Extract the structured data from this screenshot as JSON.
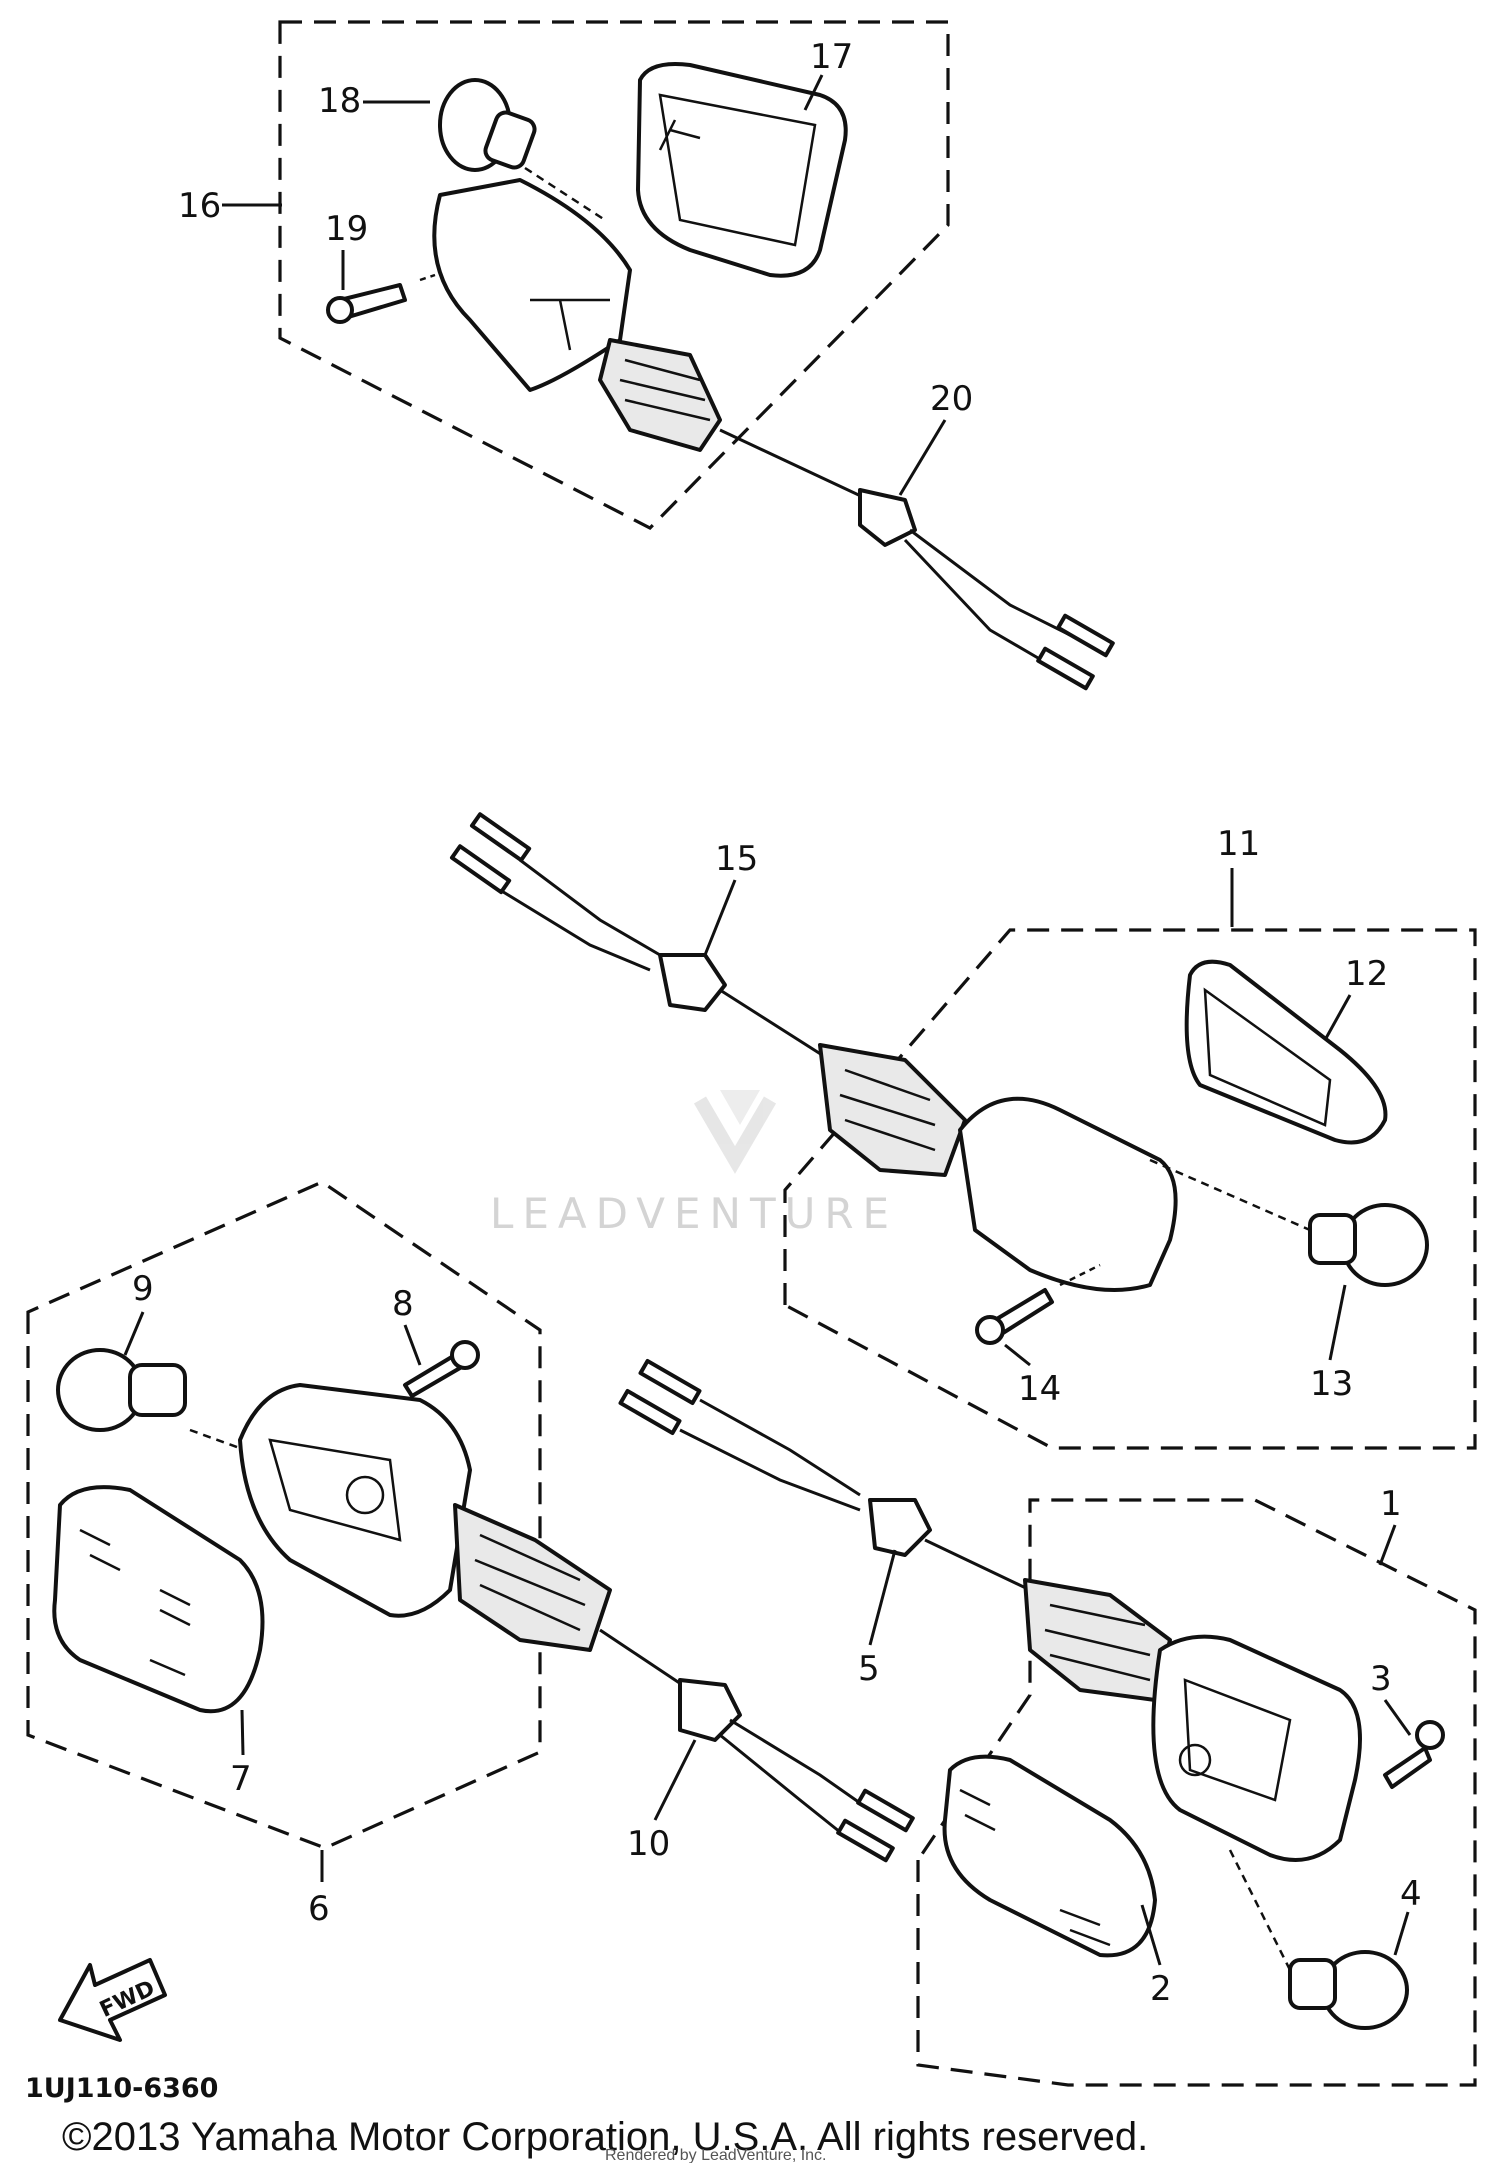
{
  "callouts": [
    "1",
    "2",
    "3",
    "4",
    "5",
    "6",
    "7",
    "8",
    "9",
    "10",
    "11",
    "12",
    "13",
    "14",
    "15",
    "16",
    "17",
    "18",
    "19",
    "20"
  ],
  "diagram_code": "1UJ110-6360",
  "fwd_label": "FWD",
  "watermark": "LEADVENTURE",
  "copyright": "©2013 Yamaha Motor Corporation, U.S.A. All rights reserved.",
  "rendered_by": "Rendered by LeadVenture, Inc."
}
